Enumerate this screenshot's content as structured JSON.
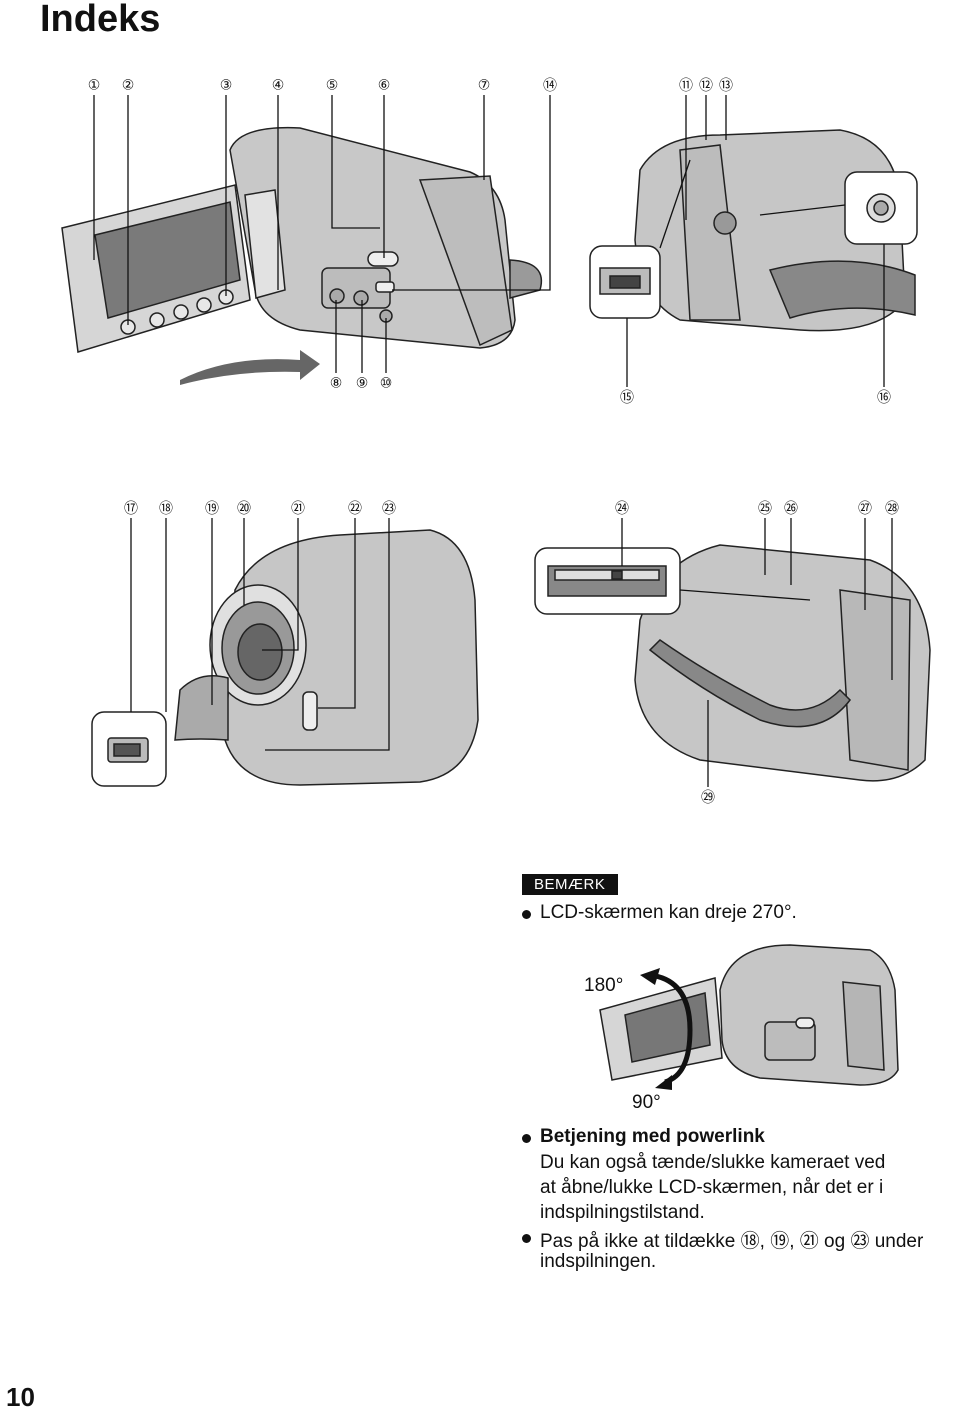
{
  "page": {
    "title": "Indeks",
    "page_number": "10"
  },
  "callouts": {
    "c1": "①",
    "c2": "②",
    "c3": "③",
    "c4": "④",
    "c5": "⑤",
    "c6": "⑥",
    "c7": "⑦",
    "c8": "⑧",
    "c9": "⑨",
    "c10": "⑩",
    "c11": "⑪",
    "c12": "⑫",
    "c13": "⑬",
    "c14": "⑭",
    "c15": "⑮",
    "c16": "⑯",
    "c17": "⑰",
    "c18": "⑱",
    "c19": "⑲",
    "c20": "⑳",
    "c21": "㉑",
    "c22": "㉒",
    "c23": "㉓",
    "c24": "㉔",
    "c25": "㉕",
    "c26": "㉖",
    "c27": "㉗",
    "c28": "㉘",
    "c29": "㉙"
  },
  "note": {
    "badge": "BEMÆRK",
    "text": "LCD-skærmen kan dreje 270°.",
    "angle_top": "180°",
    "angle_bottom": "90°"
  },
  "powerlink": {
    "heading": "Betjening med powerlink",
    "line1": "Du kan også tænde/slukke kameraet ved",
    "line2": "at åbne/lukke LCD-skærmen, når det er i",
    "line3": "indspilningstilstand.",
    "warning_line1": "Pas på ikke at tildække ⑱, ⑲, ㉑ og ㉓ under",
    "warning_line2": "indspilningen."
  }
}
